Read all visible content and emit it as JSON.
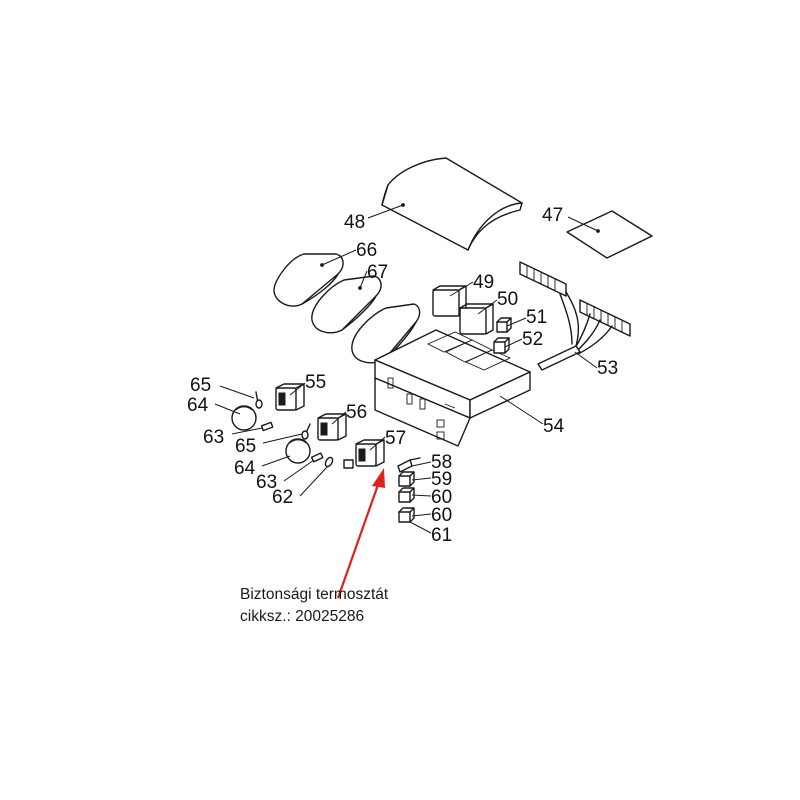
{
  "callouts": [
    {
      "id": "c48",
      "label": "48"
    },
    {
      "id": "c47",
      "label": "47"
    },
    {
      "id": "c66",
      "label": "66"
    },
    {
      "id": "c67",
      "label": "67"
    },
    {
      "id": "c49",
      "label": "49"
    },
    {
      "id": "c50",
      "label": "50"
    },
    {
      "id": "c51",
      "label": "51"
    },
    {
      "id": "c52",
      "label": "52"
    },
    {
      "id": "c53",
      "label": "53"
    },
    {
      "id": "c54",
      "label": "54"
    },
    {
      "id": "c55",
      "label": "55"
    },
    {
      "id": "c56",
      "label": "56"
    },
    {
      "id": "c57",
      "label": "57"
    },
    {
      "id": "c65a",
      "label": "65"
    },
    {
      "id": "c64a",
      "label": "64"
    },
    {
      "id": "c63a",
      "label": "63"
    },
    {
      "id": "c65b",
      "label": "65"
    },
    {
      "id": "c64b",
      "label": "64"
    },
    {
      "id": "c63b",
      "label": "63"
    },
    {
      "id": "c62",
      "label": "62"
    },
    {
      "id": "c58",
      "label": "58"
    },
    {
      "id": "c59",
      "label": "59"
    },
    {
      "id": "c60a",
      "label": "60"
    },
    {
      "id": "c60b",
      "label": "60"
    },
    {
      "id": "c61",
      "label": "61"
    }
  ],
  "caption": {
    "line1": "Biztonsági termosztát",
    "line2": "cikksz.: 20025286"
  },
  "colors": {
    "line": "#1a1a1a",
    "arrow": "#e0201c"
  }
}
